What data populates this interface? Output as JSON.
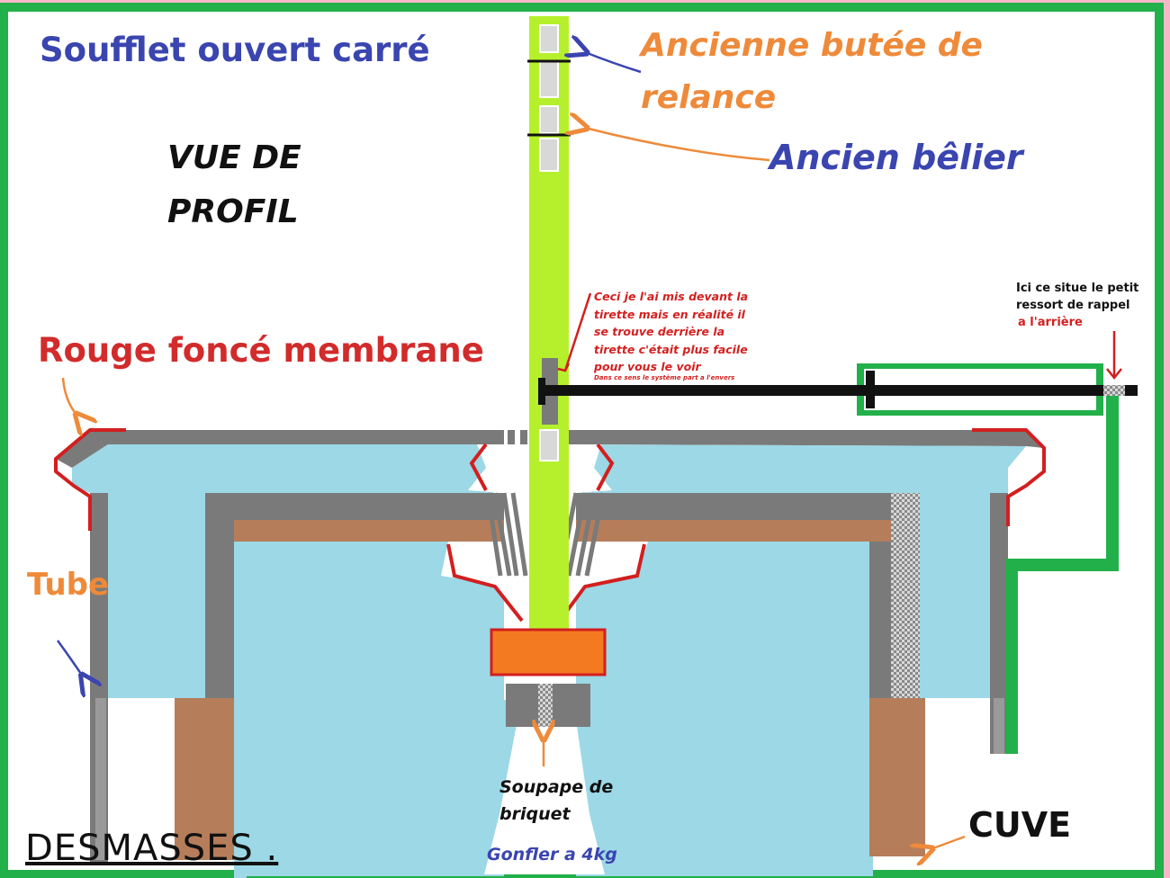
{
  "title": "Soufflet ouvert carré",
  "view_label": "VUE DE PROFIL",
  "labels": {
    "butee": "Ancienne butée de relance",
    "belier": "Ancien bêlier",
    "membrane": "Rouge foncé membrane",
    "tirette_note": "Ceci je l'ai mis devant la tirette mais en réalité il se trouve derrière la tirette c'était plus facile pour vous le voir",
    "tirette_note_small": "Dans ce sens le système part a l'envers",
    "ressort": "Ici ce situe le petit ressort de rappel",
    "ressort_location": "a l'arrière",
    "tube": "Tube",
    "soupape": "Soupape de briquet",
    "gonfler": "Gonfler a 4kg",
    "cuve": "CUVE",
    "author": "DESMASSES ."
  },
  "colors": {
    "border_green": "#22b04a",
    "background": "#ffffff",
    "tank_blue": "#9cd8e6",
    "wall_gray": "#7a7a7a",
    "wall_brown": "#b57d5a",
    "rod_green": "#b6f02c",
    "membrane_red": "#d21f1f",
    "valve_orange": "#f47a22",
    "title_blue": "#3a45b0",
    "accent_orange": "#ee8a3a"
  }
}
